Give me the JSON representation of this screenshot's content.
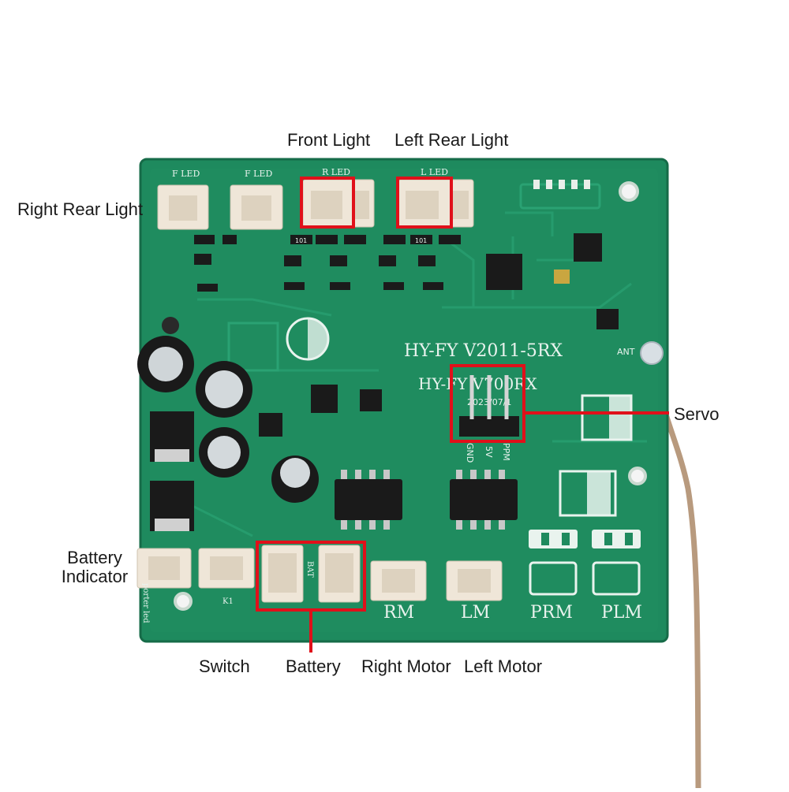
{
  "callouts": {
    "front_light": "Front Light",
    "left_rear_light": "Left Rear Light",
    "right_rear_light": "Right Rear Light",
    "servo": "Servo",
    "battery_indicator": "Battery Indicator",
    "switch": "Switch",
    "battery": "Battery",
    "right_motor": "Right Motor",
    "left_motor": "Left Motor"
  },
  "board_silkscreen": {
    "model_main": "HY-FY V2011-5RX",
    "model_sub": "HY-FY V700RX",
    "date_code": "2023/07/1",
    "f_led_1": "F LED",
    "f_led_2": "F LED",
    "r_led": "R LED",
    "l_led": "L LED",
    "ant": "ANT",
    "rm": "RM",
    "lm": "LM",
    "prm": "PRM",
    "plm": "PLM",
    "k1": "K1",
    "bat": "BAT",
    "gnd": "GND",
    "v5": "5V",
    "ppm": "PPM",
    "reporter_led": "porter led",
    "resistor_code": "101"
  },
  "colors": {
    "board_green": "#1e8a5e",
    "board_edge": "#166b48",
    "highlight_red": "#e0101a",
    "connector_cream": "#efe6d8",
    "chip_black": "#1a1a1a"
  }
}
